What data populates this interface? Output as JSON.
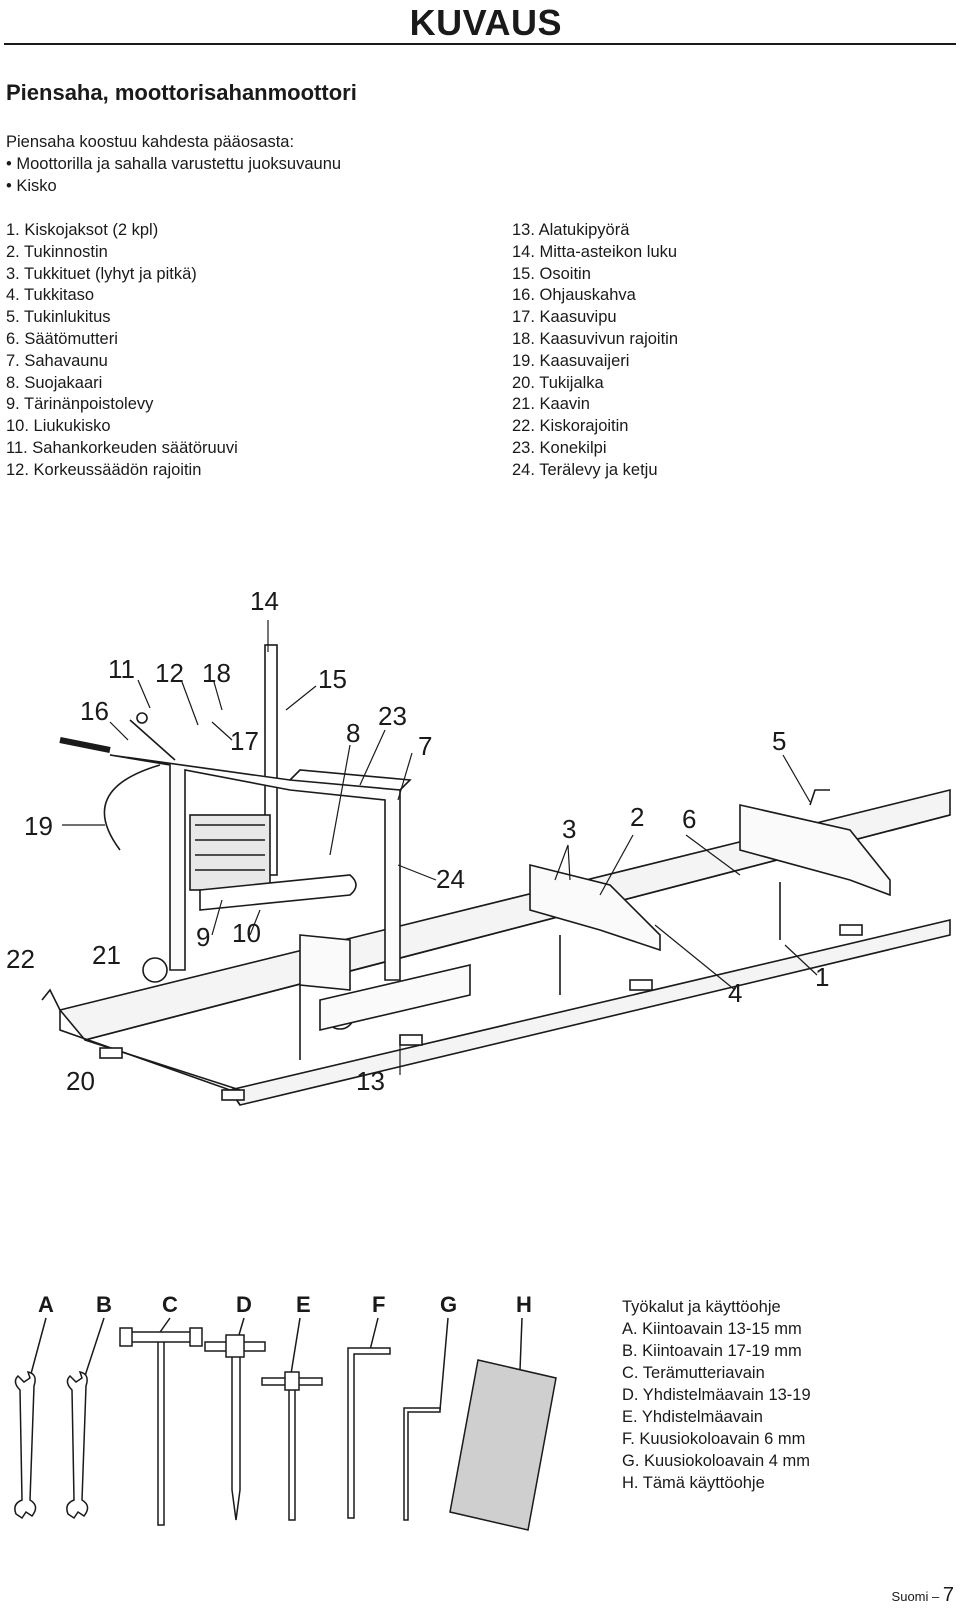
{
  "header": {
    "title": "KUVAUS"
  },
  "section": {
    "title": "Piensaha, moottorisahanmoottori"
  },
  "intro": {
    "lead": "Piensaha koostuu kahdesta pääosasta:",
    "bullets": [
      "• Moottorilla ja sahalla varustettu juoksuvaunu",
      "• Kisko"
    ]
  },
  "parts_left": [
    "1. Kiskojaksot (2 kpl)",
    "2. Tukinnostin",
    "3. Tukkituet (lyhyt ja pitkä)",
    "4. Tukkitaso",
    "5. Tukinlukitus",
    "6. Säätömutteri",
    "7. Sahavaunu",
    "8. Suojakaari",
    "9. Tärinänpoistolevy",
    "10. Liukukisko",
    "11. Sahankorkeuden säätöruuvi",
    "12. Korkeussäädön rajoitin"
  ],
  "parts_right": [
    "13. Alatukipyörä",
    "14. Mitta-asteikon luku",
    "15. Osoitin",
    "16. Ohjauskahva",
    "17. Kaasuvipu",
    "18. Kaasuvivun rajoitin",
    "19. Kaasuvaijeri",
    "20. Tukijalka",
    "21. Kaavin",
    "22. Kiskorajoitin",
    "23. Konekilpi",
    "24. Terälevy ja ketju"
  ],
  "callouts": [
    "14",
    "11",
    "12",
    "18",
    "15",
    "16",
    "23",
    "17",
    "8",
    "7",
    "5",
    "19",
    "3",
    "2",
    "6",
    "24",
    "9",
    "10",
    "22",
    "21",
    "4",
    "1",
    "20",
    "13"
  ],
  "tools": {
    "letters": [
      "A",
      "B",
      "C",
      "D",
      "E",
      "F",
      "G",
      "H"
    ],
    "title": "Työkalut ja käyttöohje",
    "items": [
      "A. Kiintoavain 13-15 mm",
      "B. Kiintoavain 17-19 mm",
      "C. Terämutteriavain",
      "D. Yhdistelmäavain 13-19",
      "E. Yhdistelmäavain",
      "F. Kuusiokoloavain 6 mm",
      "G. Kuusiokoloavain 4 mm",
      "H. Tämä käyttöohje"
    ]
  },
  "footer": {
    "language": "Suomi –",
    "page": "7"
  }
}
